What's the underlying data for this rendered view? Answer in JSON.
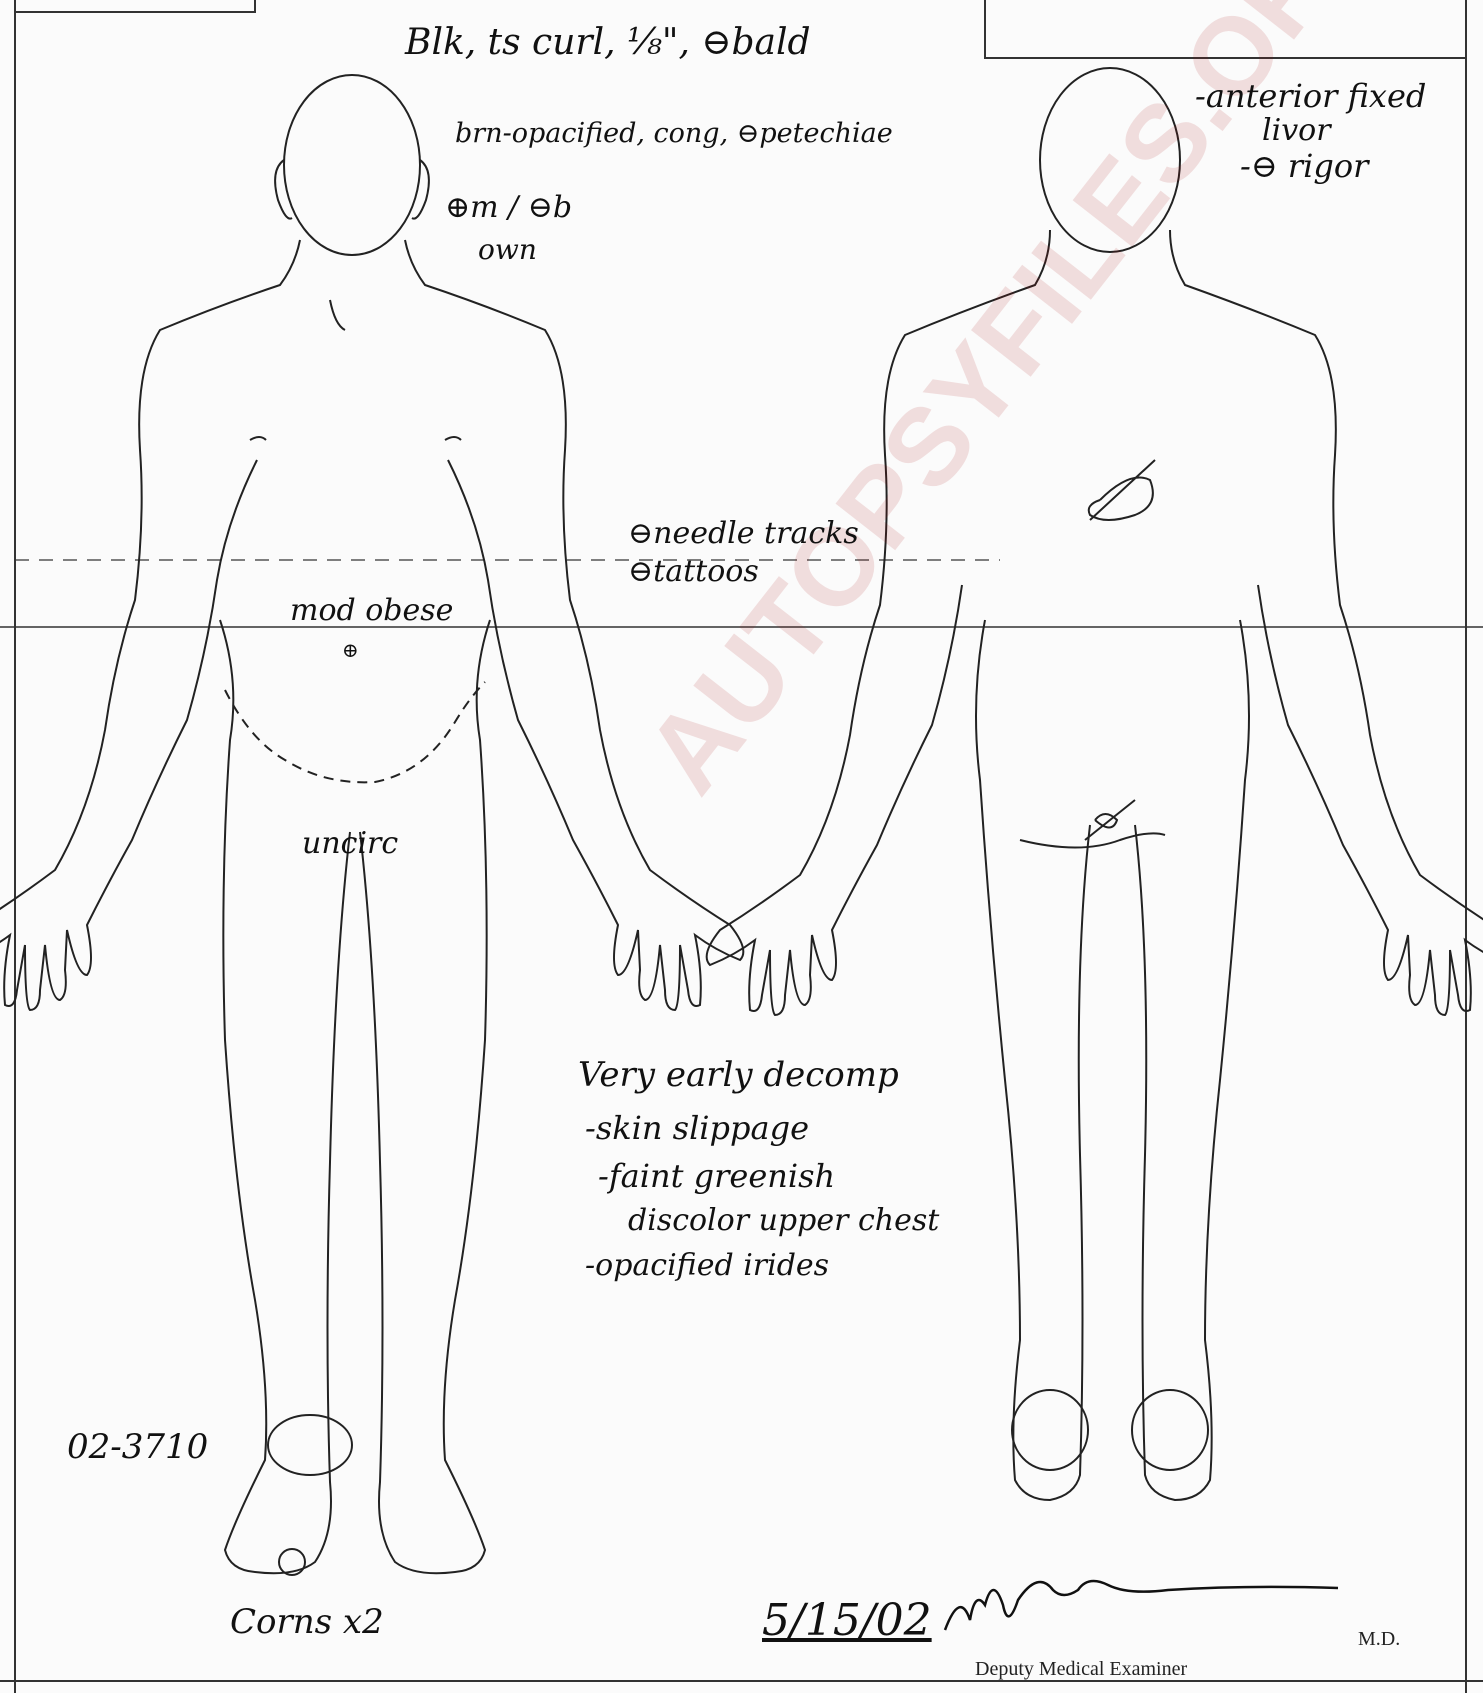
{
  "front_annotations": {
    "hair": "Blk, ts curl, ⅛\", ⊖bald",
    "eyes": "brn-opacified, cong, ⊖petechiae",
    "mustache": "⊕m / ⊖b",
    "mouth": "own",
    "habitus": "mod obese",
    "umbilicus_mark": "⊕",
    "penis": "uncirc",
    "case_number": "02-3710",
    "foot": "Corns x2"
  },
  "center_annotations": {
    "needle_tracks": "⊖needle tracks",
    "tattoos": "⊖tattoos",
    "decomp_heading": "Very early decomp",
    "decomp_items": [
      "-skin slippage",
      "-faint greenish",
      "discolor upper chest",
      "-opacified irides"
    ]
  },
  "back_annotations": {
    "livor_line1": "-anterior fixed",
    "livor_line2": "livor",
    "rigor": "-⊖ rigor"
  },
  "signature_block": {
    "date": "5/15/02",
    "signature": "signature",
    "md_label": "M.D.",
    "title": "Deputy Medical Examiner"
  },
  "watermark": {
    "text": "AUTOPSYFILES.ORG"
  }
}
